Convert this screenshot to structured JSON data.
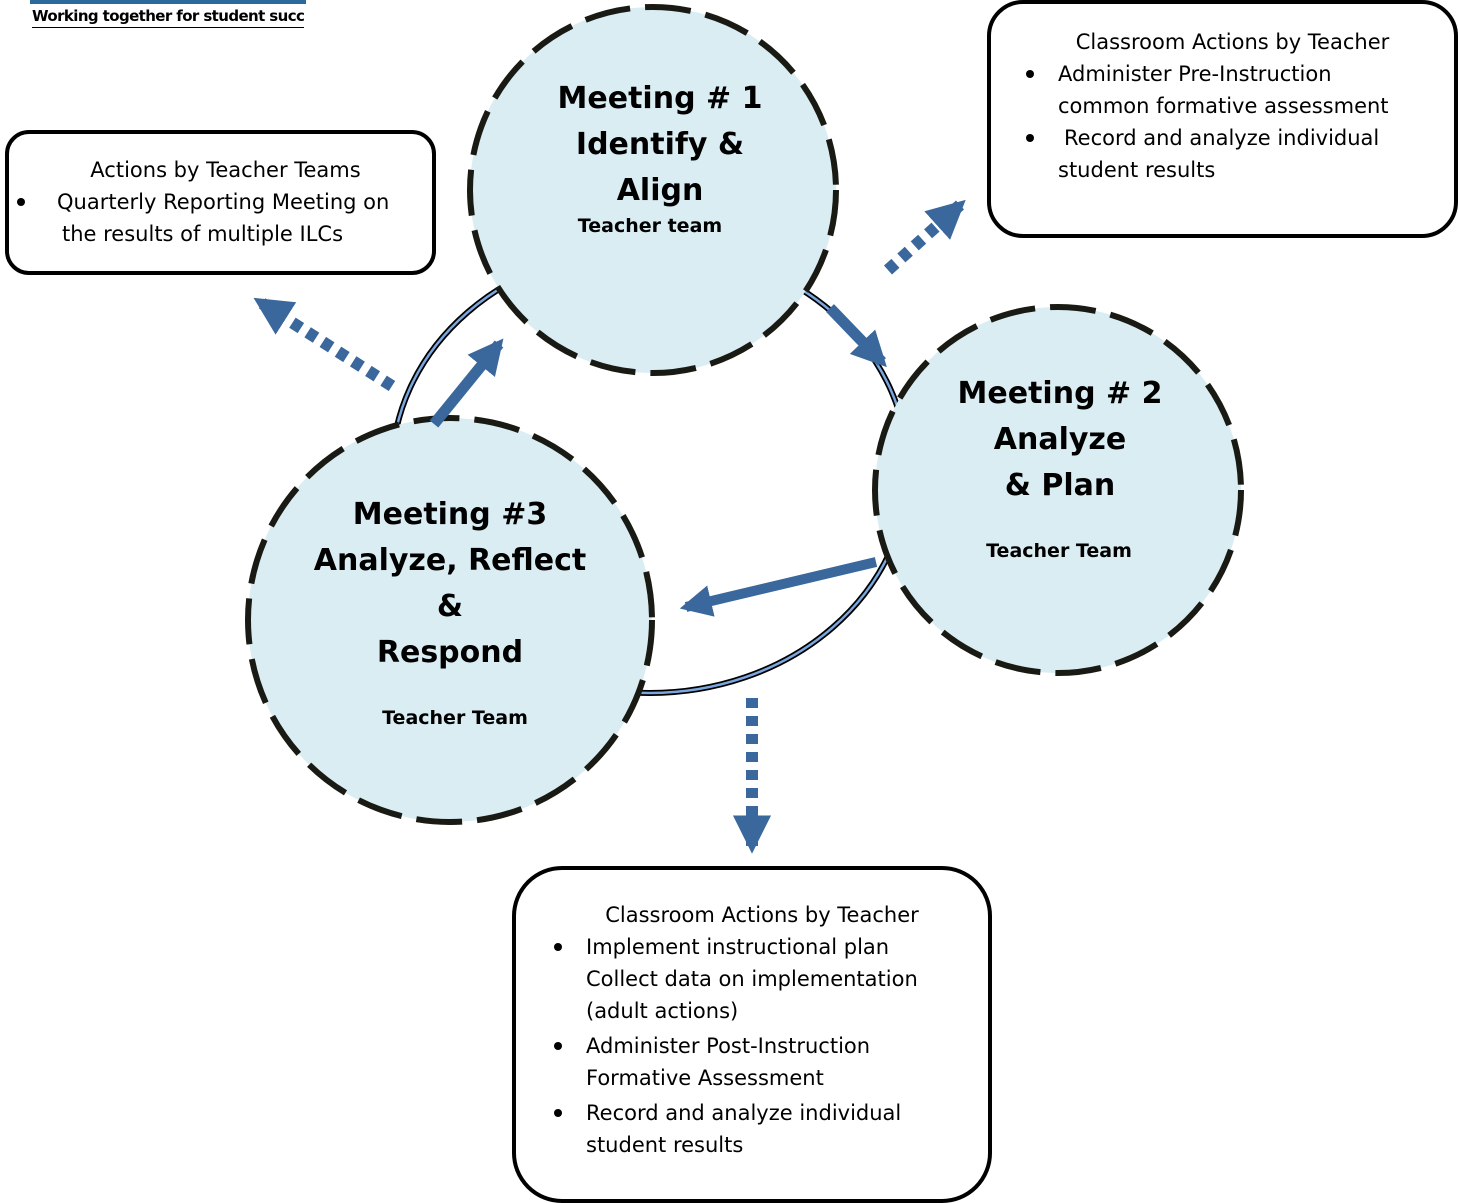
{
  "logo": {
    "tagline": "Working together for student success."
  },
  "meeting1": {
    "lines": [
      "Meeting # 1",
      "Identify &",
      "Align"
    ],
    "subtitle": "Teacher team"
  },
  "meeting2": {
    "lines": [
      "Meeting # 2",
      "Analyze",
      "& Plan"
    ],
    "subtitle": "Teacher Team"
  },
  "meeting3": {
    "lines": [
      "Meeting #3",
      "Analyze, Reflect",
      "&",
      "Respond"
    ],
    "subtitle": "Teacher Team"
  },
  "box_top_left": {
    "title": "Actions by Teacher Teams",
    "items": [
      "Quarterly Reporting Meeting on",
      "the results of multiple ILCs"
    ]
  },
  "box_top_right": {
    "title": "Classroom Actions by Teacher",
    "items": [
      "Administer Pre-Instruction",
      "common formative assessment",
      "Record and analyze individual",
      "student results"
    ]
  },
  "box_bottom": {
    "title": "Classroom Actions by Teacher",
    "items": [
      "Implement instructional plan",
      "Collect data on implementation",
      "(adult actions)",
      "Administer Post-Instruction",
      "Formative Assessment",
      "Record and analyze individual",
      "student results"
    ]
  },
  "colors": {
    "circle_fill": "#daedf3",
    "arrow": "#3a679c",
    "ring": "#5b8fd0",
    "dash": "#1a1a14"
  }
}
